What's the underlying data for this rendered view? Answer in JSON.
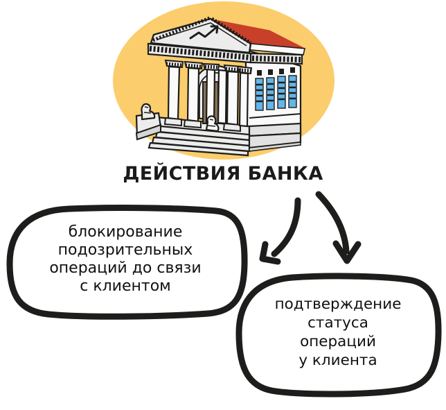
{
  "figure": {
    "title": "ДЕЙСТВИЯ БАНКА",
    "illustration": {
      "name": "bank-building-illustration",
      "badge_shape": "ellipse",
      "colors": {
        "badge_yellow": "#fbcd6c",
        "roof_red": "#c8402a",
        "building_light": "#ececec",
        "building_white": "#fafafa",
        "shadow_grey": "#d6d6d6",
        "outline_black": "#1d1d1b",
        "door_brown": "#8a7258",
        "door_dark": "#6f5b46",
        "window_blue": "#64b5e8",
        "window_bar": "#1d1d1b"
      },
      "elements": [
        "pediment-growth-arrow",
        "six-columns",
        "arched-entrance",
        "wooden-double-door",
        "front-steps",
        "lion-statue-left",
        "lion-statue-right",
        "four-blue-windows"
      ]
    }
  },
  "bubbles": [
    {
      "id": "blocking",
      "name": "bubble-blocking",
      "text": "блокирование\nподозрительных\nопераций до связи\nс клиентом",
      "stroke": "#1d1d1b",
      "fill": "#ffffff"
    },
    {
      "id": "confirmation",
      "name": "bubble-confirmation",
      "text": "подтверждение\nстатуса\nопераций\nу клиента",
      "stroke": "#1d1d1b",
      "fill": "#ffffff"
    }
  ],
  "arrows": [
    {
      "id": "arrow-left",
      "name": "arrow-to-blocking",
      "direction": "down-left",
      "color": "#1d1d1b"
    },
    {
      "id": "arrow-right",
      "name": "arrow-to-confirmation",
      "direction": "down",
      "color": "#1d1d1b"
    }
  ]
}
